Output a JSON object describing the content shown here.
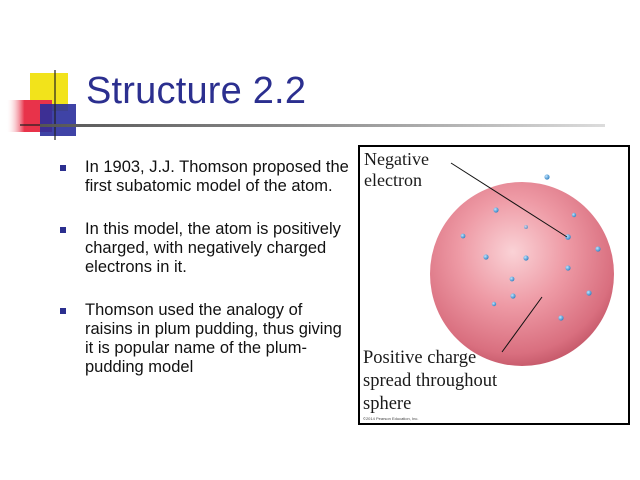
{
  "slide": {
    "title": "Structure 2.2",
    "bullets": [
      "In 1903, J.J. Thomson proposed the first subatomic model of the atom.",
      "In this model, the atom is positively charged, with negatively charged electrons in it.",
      "Thomson used the analogy of raisins in plum pudding, thus giving it is popular name of the plum-pudding model"
    ]
  },
  "figure": {
    "label_negative_line1": "Negative",
    "label_negative_line2": "electron",
    "label_positive_line1": "Positive charge",
    "label_positive_line2": "spread throughout",
    "label_positive_line3": "sphere",
    "copyright": "©2014 Pearson Education, Inc.",
    "sphere_color": "#e8909c",
    "electron_color": "#4a9fd8"
  },
  "colors": {
    "title": "#2b2f8f",
    "deco_yellow": "#f2e31b",
    "deco_red": "#e8334a",
    "deco_blue": "#2a2f9c"
  }
}
